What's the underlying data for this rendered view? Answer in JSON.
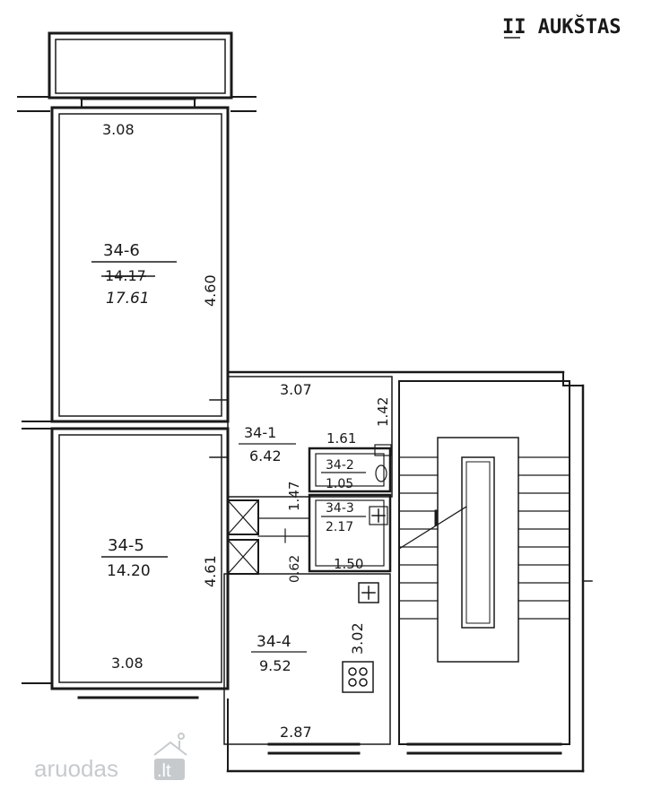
{
  "floor_title": "II AUKŠTAS",
  "rooms": {
    "r346": {
      "code": "34-6",
      "area_old": "14.17",
      "area": "17.61"
    },
    "r341": {
      "code": "34-1",
      "area": "6.42"
    },
    "r342": {
      "code": "34-2",
      "area": "1.05"
    },
    "r343": {
      "code": "34-3",
      "area": "2.17"
    },
    "r345": {
      "code": "34-5",
      "area": "14.20"
    },
    "r344": {
      "code": "34-4",
      "area": "9.52"
    }
  },
  "dimensions": {
    "d_top_width": "3.08",
    "d_r346_height": "4.60",
    "d_hall_width": "3.07",
    "d_hall_side": "1.42",
    "d_bath_width": "1.61",
    "d_hall_mid": "1.47",
    "d_r345_height": "4.61",
    "d_closet": "0.62",
    "d_wc_width": "1.50",
    "d_r345_width": "3.08",
    "d_kitchen_height": "3.02",
    "d_kitchen_width": "2.87"
  },
  "watermark": {
    "brand": "aruodas",
    "tld": ".lt"
  }
}
